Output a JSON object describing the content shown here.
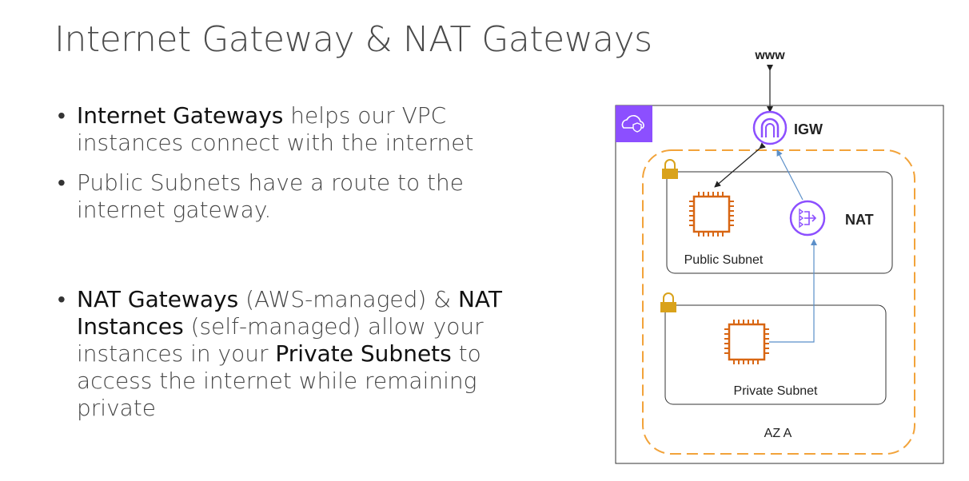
{
  "slide": {
    "title": "Internet Gateway & NAT Gateways"
  },
  "bullets": [
    {
      "parts": [
        {
          "text": "Internet Gateways",
          "em": true
        },
        {
          "text": " helps our VPC instances connect with the internet",
          "em": false
        }
      ]
    },
    {
      "parts": [
        {
          "text": "Public Subnets have a route to the internet gateway.",
          "em": false
        }
      ]
    },
    {
      "parts": [
        {
          "text": "NAT Gateways",
          "em": true
        },
        {
          "text": " (AWS-managed) & ",
          "em": false
        },
        {
          "text": "NAT Instances",
          "em": true
        },
        {
          "text": " (self-managed) allow your instances in your ",
          "em": false
        },
        {
          "text": "Private Subnets",
          "em": true
        },
        {
          "text": " to access the internet while remaining private",
          "em": false
        }
      ]
    }
  ],
  "diagram": {
    "www_label": "www",
    "igw_label": "IGW",
    "nat_label": "NAT",
    "public_subnet_label": "Public Subnet",
    "private_subnet_label": "Private Subnet",
    "az_label": "AZ A",
    "colors": {
      "vpc_purple": "#8C4FFF",
      "az_orange": "#F2A33A",
      "instance_orange": "#D86613",
      "lock_gold": "#D9A21B",
      "arrow_blue": "#5B8FC9"
    }
  }
}
